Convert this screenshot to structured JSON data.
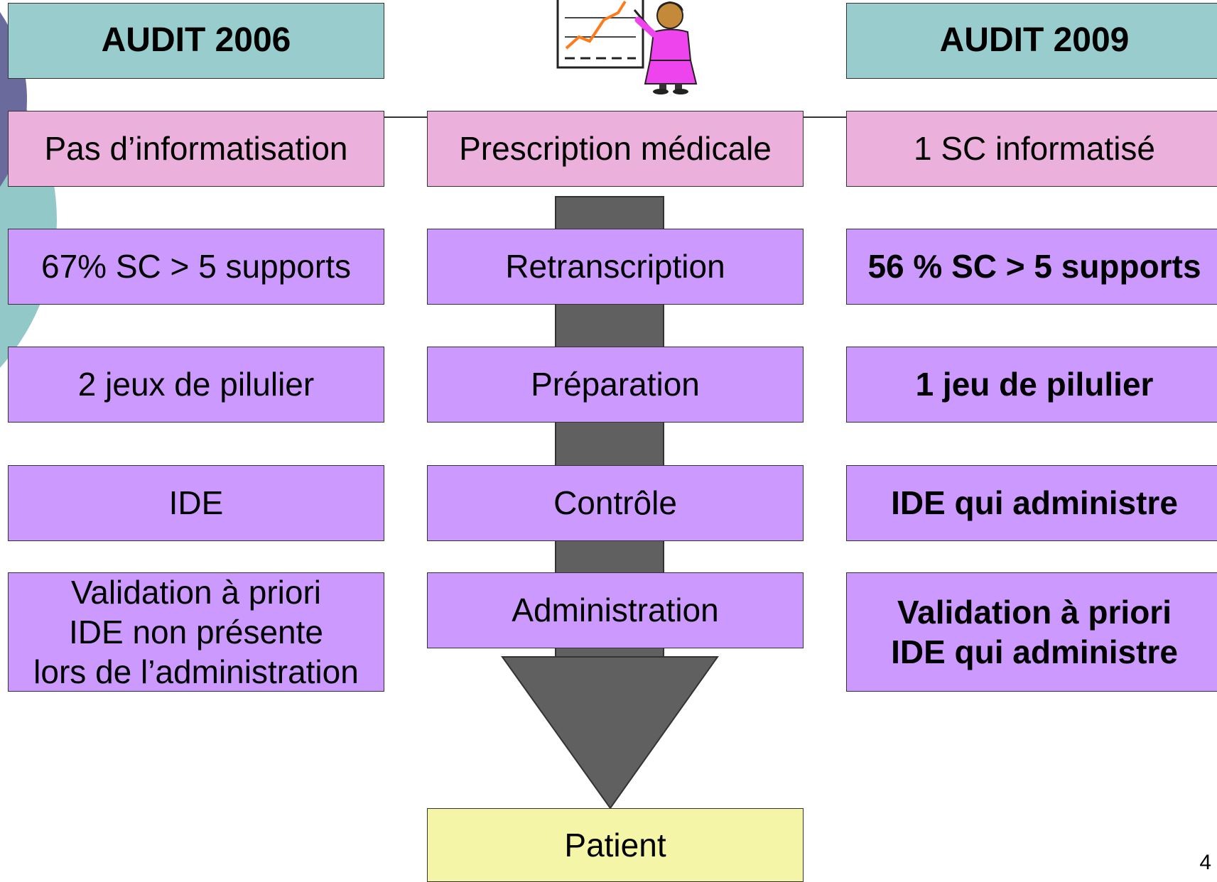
{
  "colors": {
    "header": "#99cccc",
    "pink": "#ecb0dc",
    "violet": "#cc99ff",
    "yellow": "#f5f5a8",
    "arrow": "#606060",
    "circle_dark": "#6a6a9c",
    "circle_teal": "#93c8c8"
  },
  "audit_2006": {
    "header": "AUDIT 2006",
    "rows": [
      "Pas d’informatisation",
      "67% SC > 5 supports",
      "2 jeux de pilulier",
      "IDE",
      "Validation à priori\nIDE non présente\nlors de l’administration"
    ]
  },
  "process": {
    "steps": [
      "Prescription médicale",
      "Retranscription",
      "Préparation",
      "Contrôle",
      "Administration"
    ],
    "target": "Patient"
  },
  "audit_2009": {
    "header": "AUDIT 2009",
    "rows": [
      "1 SC informatisé",
      "56 % SC > 5 supports",
      "1 jeu de pilulier",
      "IDE qui administre",
      "Validation à priori\nIDE qui administre"
    ]
  },
  "illustration": "presenter-with-chart-icon",
  "page_number": "4"
}
